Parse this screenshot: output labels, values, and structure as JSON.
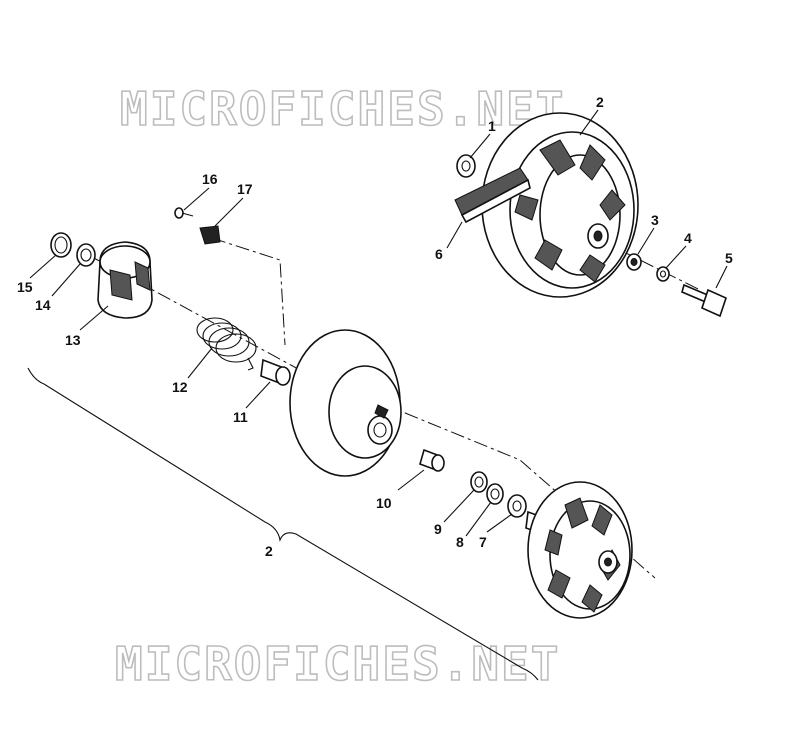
{
  "watermark": "MICROFICHES.NET",
  "callouts": [
    {
      "id": "1",
      "label": "1"
    },
    {
      "id": "2a",
      "label": "2"
    },
    {
      "id": "3",
      "label": "3"
    },
    {
      "id": "4",
      "label": "4"
    },
    {
      "id": "5",
      "label": "5"
    },
    {
      "id": "6",
      "label": "6"
    },
    {
      "id": "7",
      "label": "7"
    },
    {
      "id": "8",
      "label": "8"
    },
    {
      "id": "9",
      "label": "9"
    },
    {
      "id": "10",
      "label": "10"
    },
    {
      "id": "11",
      "label": "11"
    },
    {
      "id": "12",
      "label": "12"
    },
    {
      "id": "13",
      "label": "13"
    },
    {
      "id": "14",
      "label": "14"
    },
    {
      "id": "15",
      "label": "15"
    },
    {
      "id": "16",
      "label": "16"
    },
    {
      "id": "17",
      "label": "17"
    },
    {
      "id": "2b",
      "label": "2"
    }
  ]
}
